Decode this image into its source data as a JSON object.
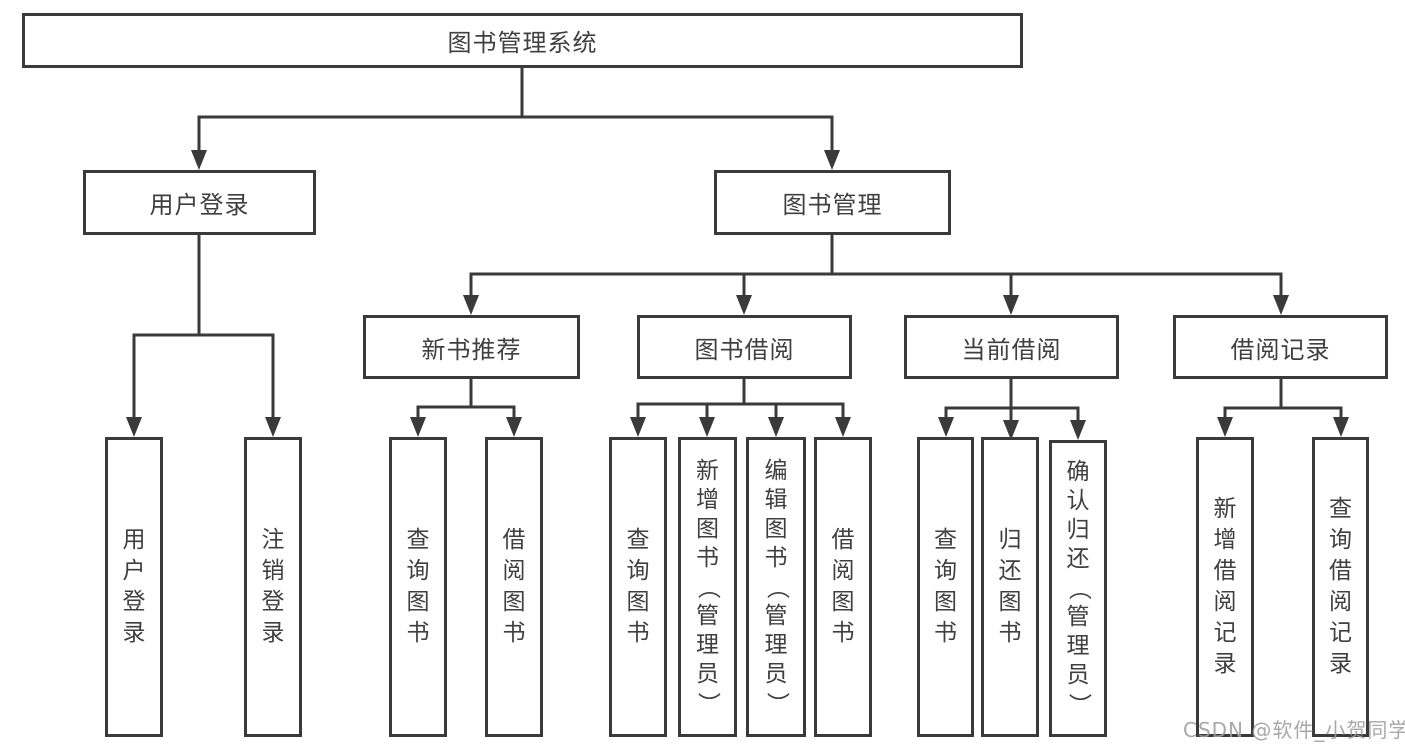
{
  "diagram": {
    "root": {
      "label": "图书管理系统"
    },
    "level2": [
      {
        "label": "用户登录"
      },
      {
        "label": "图书管理"
      }
    ],
    "level3": [
      {
        "label": "新书推荐"
      },
      {
        "label": "图书借阅"
      },
      {
        "label": "当前借阅"
      },
      {
        "label": "借阅记录"
      }
    ],
    "leaves": [
      {
        "label": "用户登录"
      },
      {
        "label": "注销登录"
      },
      {
        "label": "查询图书"
      },
      {
        "label": "借阅图书"
      },
      {
        "label": "查询图书"
      },
      {
        "label": "新增图书（管理员）"
      },
      {
        "label": "编辑图书（管理员）"
      },
      {
        "label": "借阅图书"
      },
      {
        "label": "查询图书"
      },
      {
        "label": "归还图书"
      },
      {
        "label": "确认归还（管理员）"
      },
      {
        "label": "新增借阅记录"
      },
      {
        "label": "查询借阅记录"
      }
    ]
  },
  "watermark": {
    "text": "CSDN @软件_小贺同学"
  },
  "colors": {
    "line": "#3a3a3a",
    "border": "#3a3a3a",
    "text": "#3f3f3f",
    "watermark": "#9e9e9e",
    "background": "#ffffff"
  }
}
